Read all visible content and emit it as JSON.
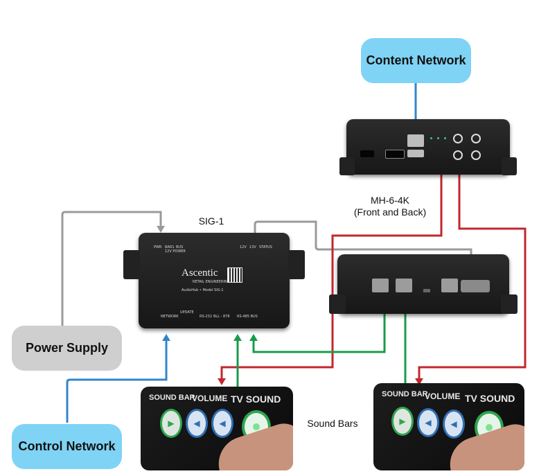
{
  "nodes": {
    "content_network": "Content Network",
    "power_supply": "Power Supply",
    "control_network": "Control Network"
  },
  "labels": {
    "sig1": "SIG-1",
    "mh_name": "MH-6-4K",
    "mh_sub": "(Front and Back)",
    "sound_bars": "Sound Bars"
  },
  "sig_device": {
    "brand": "Ascentic",
    "brand_sub": "RETAIL ENGINEERING",
    "model": "AudioHub • Model SIG-1",
    "top_labels": [
      "PWR",
      "BAR1",
      "BUS",
      "12V POWER",
      "12V",
      "13V",
      "STATUS"
    ],
    "bottom_labels": [
      "NETWORK",
      "UPDATE",
      "RS-232",
      "BLL - 878",
      "RS-485 BUS"
    ]
  },
  "control_panel": {
    "sound_bar": "SOUND BAR",
    "volume": "VOLUME",
    "tv_sound": "TV SOUND"
  },
  "colors": {
    "blue_link": "#2f86cc",
    "red_link": "#c1272d",
    "green_link": "#1a9b4b",
    "gray_link": "#9a9a9a",
    "node_blue": "#7fd3f5",
    "node_gray": "#cfcfcf"
  }
}
